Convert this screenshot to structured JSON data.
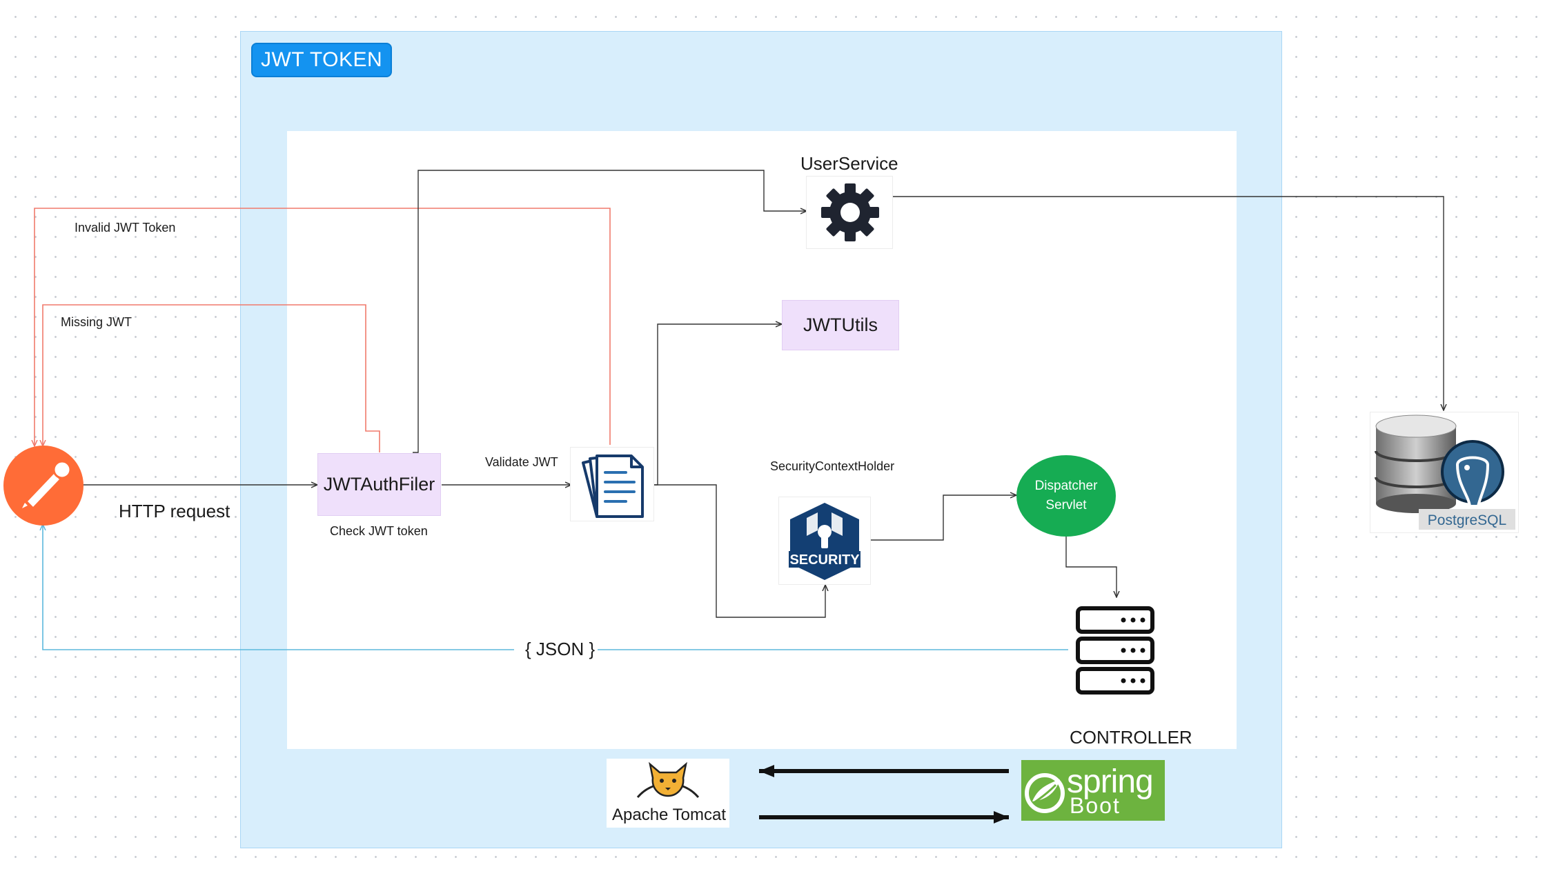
{
  "frame": {
    "title": "JWT TOKEN"
  },
  "labels": {
    "invalid_token": "Invalid JWT Token",
    "missing_jwt": "Missing JWT",
    "http_request": "HTTP request",
    "check_jwt": "Check JWT token",
    "validate_jwt": "Validate JWT",
    "security_context": "SecurityContextHolder",
    "json": "{ JSON }",
    "controller": "CONTROLLER"
  },
  "nodes": {
    "user_service": {
      "label": "UserService",
      "icon": "gear-icon"
    },
    "jwt_auth_filter": {
      "label": "JWTAuthFiler"
    },
    "jwt_utils": {
      "label": "JWTUtils"
    },
    "validator": {
      "icon": "documents-icon"
    },
    "security": {
      "icon": "spring-security-icon",
      "text": "SECURITY"
    },
    "dispatcher": {
      "line1": "Dispatcher",
      "line2": "Servlet"
    },
    "controller": {
      "icon": "server-icon"
    },
    "client": {
      "icon": "postman-icon"
    },
    "database": {
      "icon": "database-icon",
      "text": "PostgreSQL"
    },
    "tomcat": {
      "icon": "tomcat-icon",
      "text": "Apache Tomcat"
    },
    "spring_boot": {
      "icon": "spring-boot-icon",
      "line1": "spring",
      "line2": "Boot"
    }
  },
  "colors": {
    "frame_bg": "#d8eefc",
    "title_bg": "#1493f0",
    "error_line": "#f0796b",
    "response_line": "#5bb8dc",
    "flow_line": "#333333",
    "purple_box": "#efe0fb",
    "dispatcher": "#16ac53",
    "postman": "#ff6c37",
    "spring": "#6db33f",
    "security": "#133f73"
  }
}
